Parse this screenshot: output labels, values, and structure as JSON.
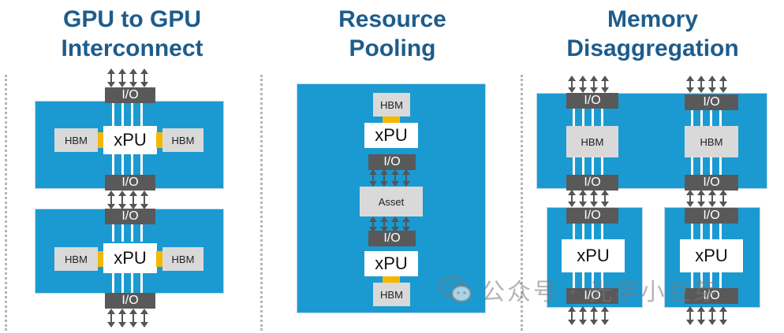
{
  "titles": {
    "gpu_interconnect": [
      "GPU to GPU",
      "Interconnect"
    ],
    "resource_pooling": [
      "Resource",
      "Pooling"
    ],
    "memory_disaggregation": [
      "Memory",
      "Disaggregation"
    ]
  },
  "labels": {
    "io": "I/O",
    "hbm": "HBM",
    "xpu": "xPU",
    "asset": "Asset"
  },
  "watermark": {
    "text": "公众号 · 光学小豆芽",
    "icon": "wechat-icon"
  },
  "colors": {
    "title": "#1d5c8c",
    "panel": "#1b9ad1",
    "io_block": "#595959",
    "hbm_block": "#d9d9d9",
    "link": "#f4b800"
  }
}
